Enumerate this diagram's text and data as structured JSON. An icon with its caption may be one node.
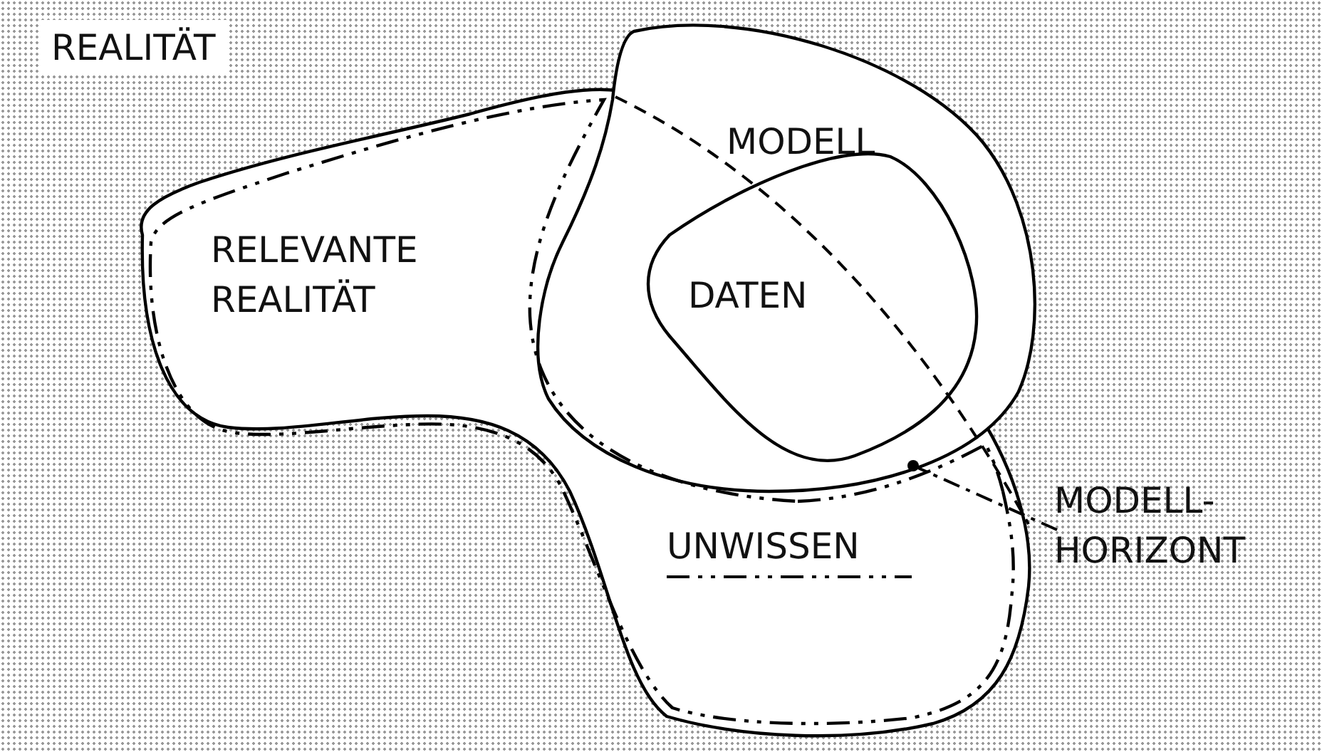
{
  "diagram": {
    "nodes": [
      {
        "text": [
          "REALITÄT"
        ]
      },
      {
        "text": [
          "RELEVANTE REALITÄT"
        ],
        "in": 0
      },
      {
        "text": [
          "MODELL"
        ],
        "in": 0
      },
      {
        "text": [
          "DATEN"
        ],
        "in": 2
      },
      {
        "text": [
          "MODELL-HORIZONT"
        ],
        "in": 0
      },
      {
        "text": [],
        "shape": "line",
        "in": 1
      }
    ],
    "edges": [
      {
        "from": 4,
        "to": 5,
        "arrow": "other",
        "style": "dashed"
      }
    ],
    "labels": [
      "UNWISSEN"
    ]
  }
}
